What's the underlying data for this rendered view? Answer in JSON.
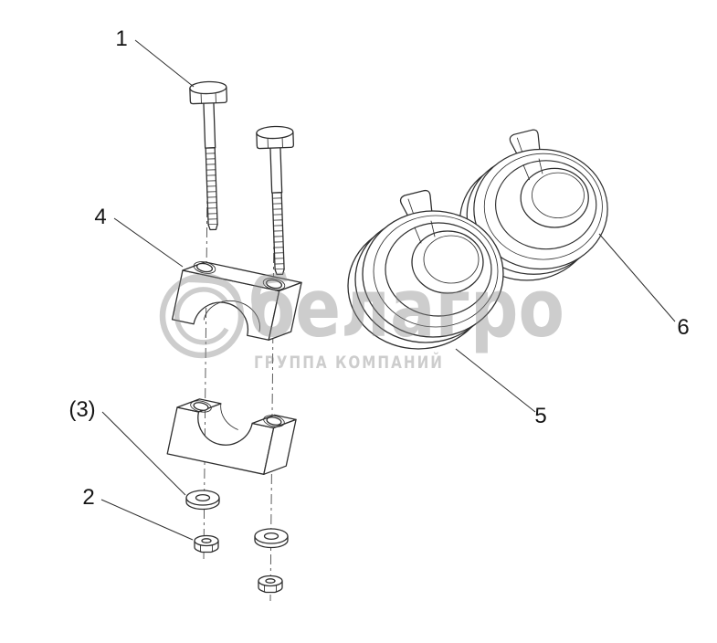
{
  "page": {
    "background": "#ffffff"
  },
  "diagram": {
    "kind": "exploded-parts-drawing",
    "line_color": "#2e2e2e",
    "centerline_style": "dash-dot",
    "callouts": [
      {
        "label": "1",
        "part": "hex-bolt"
      },
      {
        "label": "4",
        "part": "clamp-upper-half"
      },
      {
        "label": "(3)",
        "part": "washer"
      },
      {
        "label": "2",
        "part": "hex-nut"
      },
      {
        "label": "5",
        "part": "split-collar-front"
      },
      {
        "label": "6",
        "part": "split-collar-rear"
      }
    ]
  },
  "watermark": {
    "name": "белагро",
    "tagline": "ГРУППА КОМПАНИЙ",
    "color": "#8a8a8a"
  }
}
